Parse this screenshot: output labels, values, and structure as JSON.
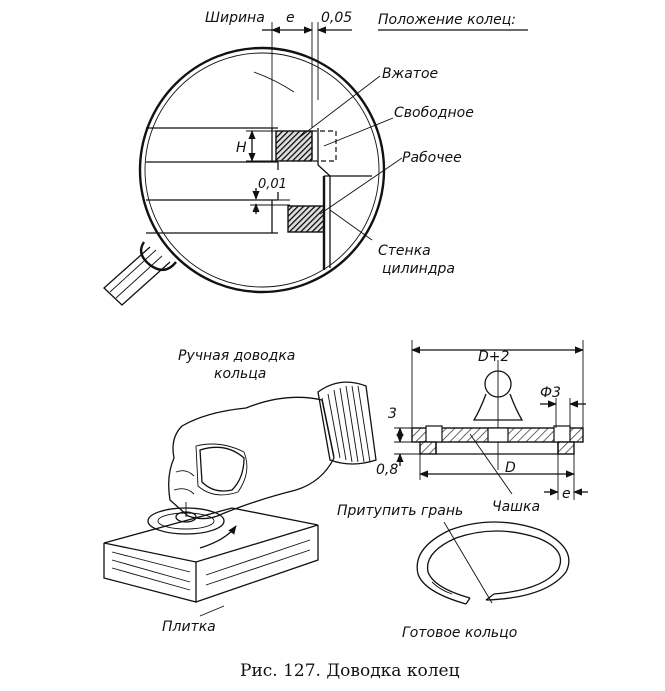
{
  "magnifier": {
    "width_label": "Ширина",
    "e_label": "e",
    "gap_label": "0,05",
    "positions_title": "Положение колец:",
    "compressed": "Вжатое",
    "free": "Свободное",
    "working": "Рабочее",
    "h_label": "H",
    "clearance": "0,01",
    "wall_line1": "Стенка",
    "wall_line2": "цилиндра"
  },
  "hand_lapping": {
    "title_line1": "Ручная доводка",
    "title_line2": "кольца",
    "plate": "Плитка"
  },
  "cup": {
    "d_plus": "D+2",
    "phi": "Ф3",
    "three": "3",
    "zero_eight": "0,8",
    "d": "D",
    "e": "e",
    "cup_label": "Чашка"
  },
  "ring": {
    "blunt_edge": "Притупить грань",
    "finished": "Готовое кольцо"
  },
  "caption": "Рис. 127. Доводка колец"
}
